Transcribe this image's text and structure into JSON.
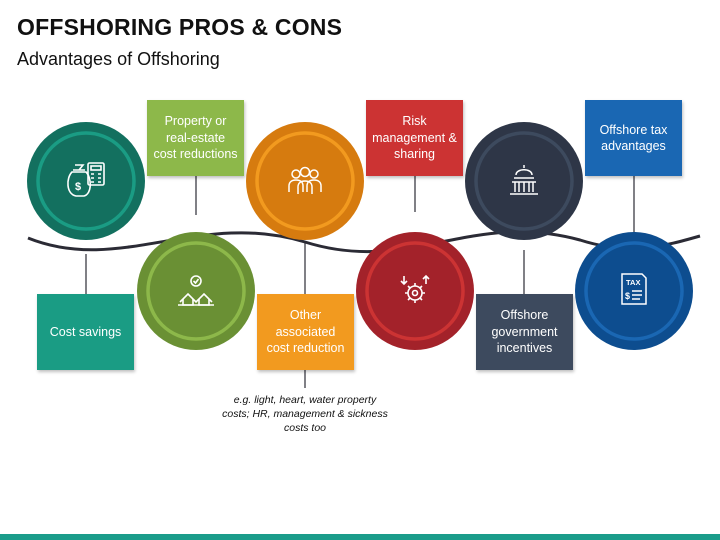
{
  "title": "OFFSHORING PROS & CONS",
  "subtitle": "Advantages of Offshoring",
  "items": [
    {
      "label": "Cost savings",
      "color": "#1a9c84",
      "icon": "money-bag-calculator-icon"
    },
    {
      "label": "Property or real-estate cost reductions",
      "color": "#8db84a",
      "icon": "houses-check-icon"
    },
    {
      "label": "Other associated cost reduction",
      "color": "#f29a1f",
      "icon": "team-group-icon",
      "note": "e.g. light, heart, water property costs; HR, management & sickness costs too"
    },
    {
      "label": "Risk management & sharing",
      "color": "#cc3333",
      "icon": "risk-gear-arrows-icon"
    },
    {
      "label": "Offshore government incentives",
      "color": "#3d4a5e",
      "icon": "capitol-building-icon"
    },
    {
      "label": "Offshore tax advantages",
      "color": "#1a67b3",
      "icon": "tax-document-icon"
    }
  ]
}
